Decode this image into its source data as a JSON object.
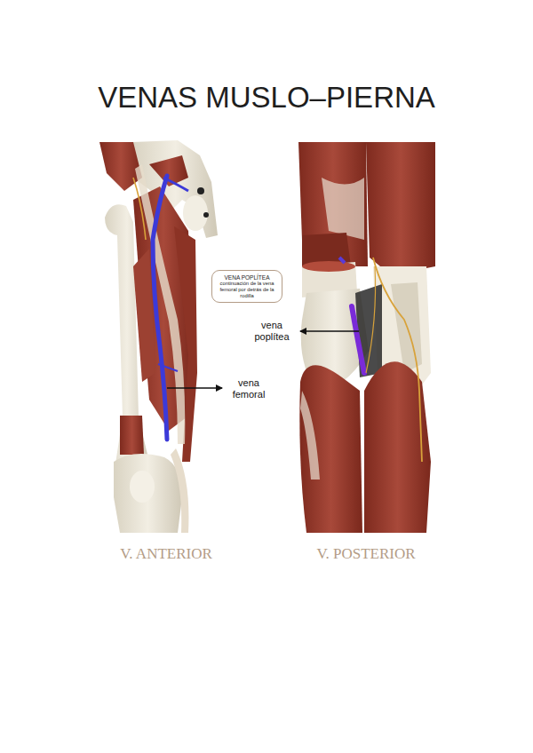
{
  "diagram": {
    "title": "VENAS MUSLO–PIERNA",
    "nodes": [
      {
        "text": [
          "VENA POPLÍTEA",
          "continuación de la vena femoral por detrás de la rodilla"
        ]
      }
    ],
    "labels": [
      "vena femoral",
      "vena poplítea",
      "V. ANTERIOR",
      "V. POSTERIOR"
    ]
  }
}
